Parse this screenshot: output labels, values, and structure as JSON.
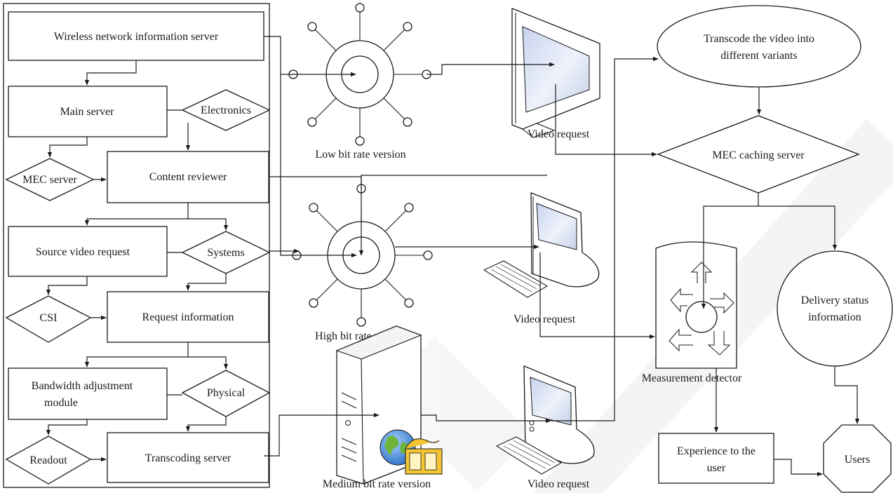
{
  "left_panel": {
    "wireless_server": "Wireless network information server",
    "main_server": "Main server",
    "electronics": "Electronics",
    "mec_server": "MEC server",
    "content_reviewer": "Content reviewer",
    "source_video_request": "Source video request",
    "systems": "Systems",
    "csi": "CSI",
    "request_information": "Request information",
    "bandwidth_module_line1": "Bandwidth adjustment",
    "bandwidth_module_line2": "module",
    "physical": "Physical",
    "readout": "Readout",
    "transcoding_server": "Transcoding server"
  },
  "middle": {
    "low_bit_rate": "Low bit rate version",
    "high_bit_rate": "High bit rate version",
    "medium_bit_rate": "Medium bit rate version",
    "video_request_1": "Video request",
    "video_request_2": "Video request",
    "video_request_3": "Video request"
  },
  "right": {
    "transcode_line1": "Transcode the video into",
    "transcode_line2": "different variants",
    "mec_caching_server": "MEC caching server",
    "measurement_detector": "Measurement detector",
    "delivery_line1": "Delivery status",
    "delivery_line2": "information",
    "experience_line1": "Experience to the",
    "experience_line2": "user",
    "users": "Users"
  },
  "colors": {
    "line": "#1a1a1a",
    "screen_fill": "#d6dff2",
    "globe_blue": "#3c7fd0",
    "globe_green": "#6fb53a",
    "film_yellow": "#f3c433",
    "watermark": "#e8e8e8"
  }
}
